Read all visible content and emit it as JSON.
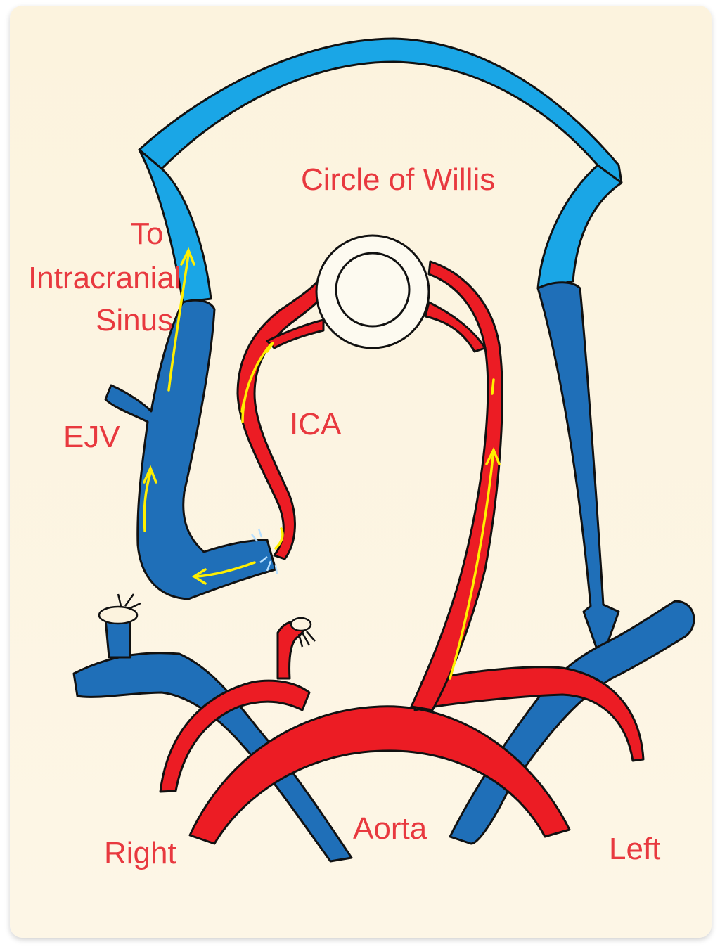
{
  "labels": {
    "circle_of_willis": "Circle of Willis",
    "to": "To",
    "intracranial": "Intracranial",
    "sinus": "Sinus",
    "ejv": "EJV",
    "ica": "ICA",
    "aorta": "Aorta",
    "right": "Right",
    "left": "Left"
  },
  "colors": {
    "background": "#fcf3de",
    "vein_dark": "#1f6fb8",
    "vein_light": "#1aa6e6",
    "artery": "#ec1c24",
    "flow_arrow": "#ffef00",
    "circle_fill": "#fdfaf0",
    "label": "#e8393f",
    "outline": "#111111"
  }
}
